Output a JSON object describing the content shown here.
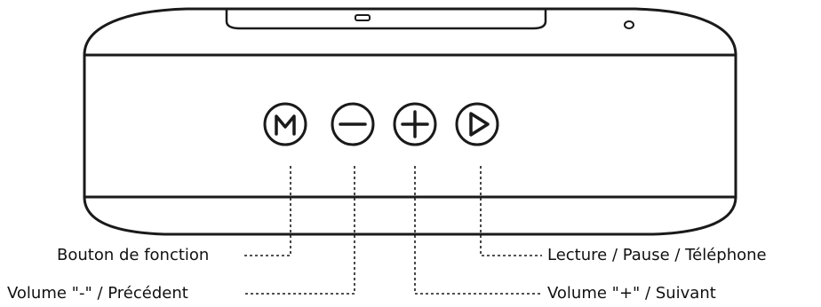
{
  "labels": {
    "function_button": "Bouton de fonction",
    "volume_minus": "Volume \"-\" / Précédent",
    "volume_plus": "Volume \"+\" / Suivant",
    "play_pause": "Lecture / Pause / Téléphone"
  },
  "buttons": [
    {
      "symbol": "M",
      "icon": "mode-icon"
    },
    {
      "symbol": "−",
      "icon": "minus-icon"
    },
    {
      "symbol": "+",
      "icon": "plus-icon"
    },
    {
      "symbol": "▷",
      "icon": "play-icon"
    }
  ],
  "colors": {
    "line": "#1a1a1a",
    "background": "#ffffff"
  }
}
